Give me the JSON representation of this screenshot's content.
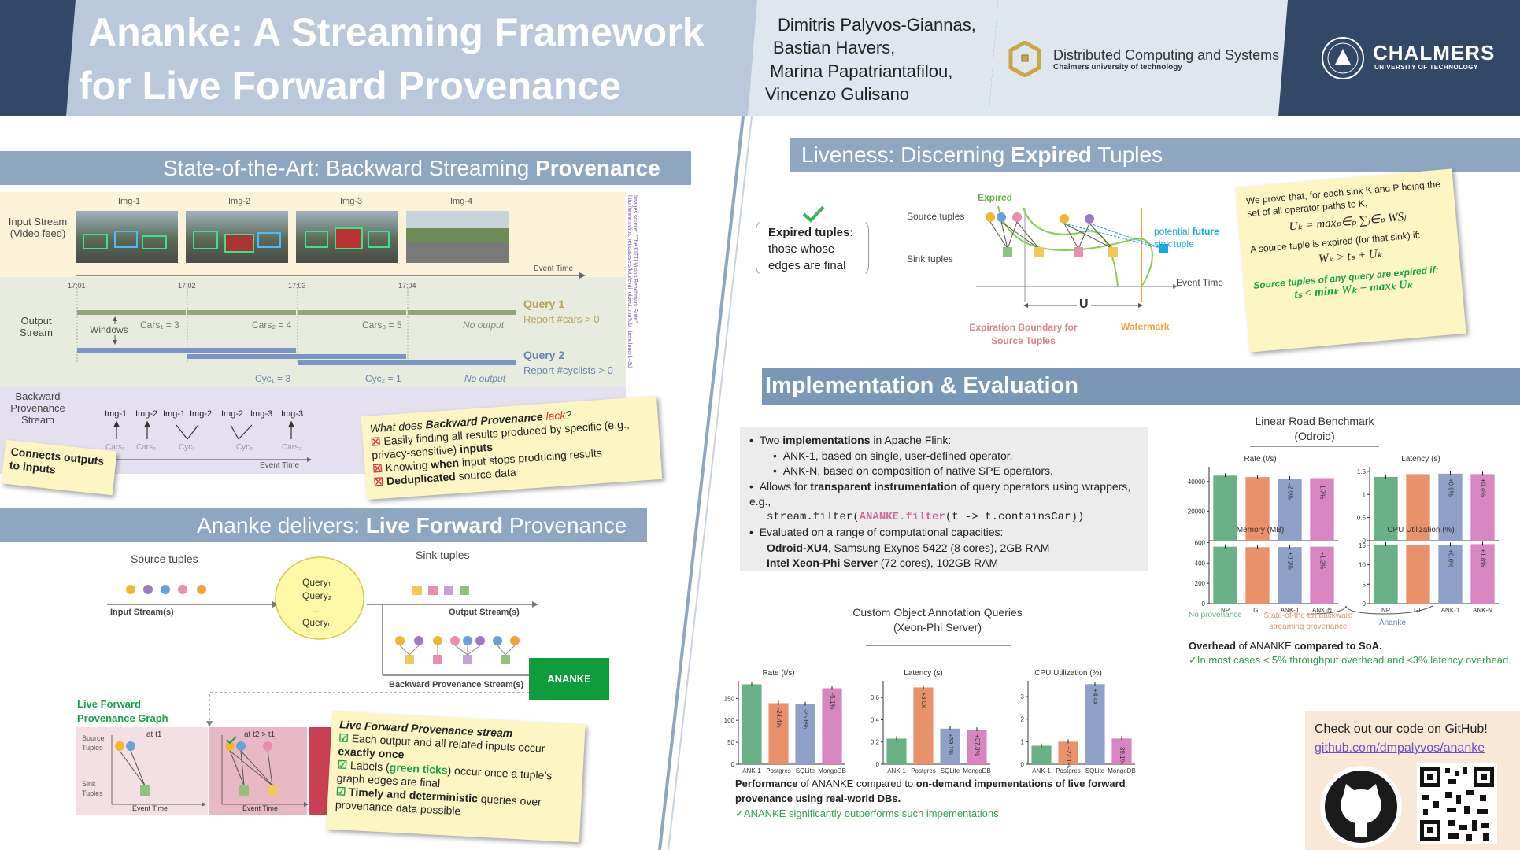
{
  "header": {
    "title_line1": "Ananke: A Streaming Framework",
    "title_line2": "for Live Forward Provenance",
    "authors": [
      "Dimitris Palyvos-Giannas,",
      "Bastian Havers,",
      "Marina Papatriantafilou,",
      "Vincenzo Gulisano"
    ],
    "dcs_name": "Distributed Computing and Systems",
    "dcs_sub": "Chalmers university of technology",
    "chalmers_name": "CHALMERS",
    "chalmers_sub": "UNIVERSITY OF TECHNOLOGY"
  },
  "s1": {
    "title_prefix": "State-of-the-Art: Backward Streaming ",
    "title_bold": "Provenance",
    "input_label": "Input Stream (Video feed)",
    "images": [
      "Img-1",
      "Img-2",
      "Img-3",
      "Img-4"
    ],
    "event_time": "Event Time",
    "times": [
      "17:01",
      "17:02",
      "17:03",
      "17:04"
    ],
    "image_source": "Images source: \"The KITTI Vision Benchmark Suite\" http://www.cvlibs.net/datasets/kitti/eval_object.php?obj_benchmark=3d",
    "output_label": "Output Stream",
    "windows": "Windows",
    "cars": [
      "Cars₁ = 3",
      "Cars₂ = 4",
      "Cars₃ = 5"
    ],
    "no_output": "No output",
    "q1_title": "Query 1",
    "q1_desc": "Report #cars > 0",
    "cyc": [
      "Cyc₁ = 3",
      "Cyc₂ = 1"
    ],
    "no_output2": "No output",
    "q2_title": "Query 2",
    "q2_desc": "Report #cyclists > 0",
    "bp_label": "Backward Provenance Stream",
    "bp_items": [
      "Img-1",
      "Img-2",
      "Img-1",
      "Img-2",
      "Img-2",
      "Img-3",
      "Img-3"
    ],
    "bp_sub": [
      "Cars₁",
      "Cars₂",
      "Cyc₁",
      "Cyc₂",
      "Cars₃"
    ],
    "event_time2": "Event Time",
    "connects_note": "Connects outputs to inputs",
    "lack_q1": "What does ",
    "lack_q2": "Backward Provenance",
    "lack_q3": " lack",
    "lack_q4": "?",
    "lack_items": [
      {
        "pre": "Easily finding all results produced by specific (e.g., privacy-sensitive) ",
        "bold": "inputs",
        "post": ""
      },
      {
        "pre": "Knowing ",
        "bold": "when",
        "post": " input stops producing results"
      },
      {
        "pre": "",
        "bold": "Deduplicated",
        "post": " source data"
      }
    ]
  },
  "s2": {
    "title_prefix": "Ananke delivers: ",
    "title_bold": "Live Forward",
    "title_suffix": " Provenance",
    "source_tuples": "Source tuples",
    "sink_tuples": "Sink tuples",
    "queries": [
      "Query₁",
      "Query₂",
      "...",
      "Queryₙ"
    ],
    "input_streams": "Input Stream(s)",
    "output_streams": "Output Stream(s)",
    "bp_streams": "Backward Provenance Stream(s)",
    "ananke": "ANANKE",
    "lfpg": "Live Forward Provenance Graph",
    "src_tuples_lbl": "Source Tuples",
    "sink_tuples_lbl": "Sink Tuples",
    "at_t1": "at t1",
    "at_t2": "at t2 > t1",
    "event_time": "Event Time",
    "note_title": "Live Forward Provenance stream",
    "note_items": [
      {
        "pre": "Each output and all related inputs occur ",
        "bold": "exactly once",
        "post": ""
      },
      {
        "pre": "Labels (",
        "green": "green ticks",
        "post": ") occur once a tuple’s graph edges are final"
      },
      {
        "pre": "",
        "bold": "Timely and deterministic",
        "post": " queries over provenance data possible"
      }
    ]
  },
  "s3": {
    "title_prefix": "Liveness: Discerning ",
    "title_bold": "Expired",
    "title_suffix": " Tuples",
    "expired_box_bold": "Expired tuples:",
    "expired_box_rest": "those whose edges are final",
    "expired": "Expired",
    "source_tuples": "Source tuples",
    "sink_tuples": "Sink tuples",
    "potential_a": "potential ",
    "potential_b": "future",
    "potential_c": "sink tuple",
    "event_time": "Event Time",
    "u": "U",
    "boundary": "Expiration Boundary for Source Tuples",
    "watermark": "Watermark",
    "proof1": "We prove that, for each sink K and P being the set of all operator paths to K,",
    "formula1": "Uₖ = maxₚ∈ₚ ∑ⱼ∈ₚ WSⱼ",
    "proof2": "A source tuple is expired (for that sink) if:",
    "formula2": "Wₖ > tₛ + Uₖ",
    "proof3": "Source tuples of any query are expired if:",
    "formula3": "tₛ < minₖ Wₖ − maxₖ Uₖ"
  },
  "s4": {
    "title": "Implementation & Evaluation",
    "b1_pre": "Two ",
    "b1_bold": "implementations",
    "b1_post": " in Apache Flink:",
    "b1a": "ANK-1, based on single, user-defined operator.",
    "b1b": "ANK-N, based on composition of native SPE operators.",
    "b2_pre": "Allows for ",
    "b2_bold": "transparent instrumentation",
    "b2_post": " of query operators using wrappers, e.g.,",
    "code_a": "stream.filter(",
    "code_b": "ANANKE.filter",
    "code_c": "(t -> t.containsCar))",
    "b3": "Evaluated on a range of computational capacities:",
    "b3a_bold": "Odroid-XU4",
    "b3a_rest": ", Samsung Exynos 5422 (8 cores), 2GB RAM",
    "b3b_bold": "Intel Xeon-Phi Server",
    "b3b_rest": " (72 cores), 102GB RAM",
    "lr_title": "Linear Road Benchmark",
    "lr_sub": "(Odroid)",
    "lr_legend_np": "No provenance",
    "lr_legend_soa": "State-of-the-art backward streaming provenance",
    "lr_legend_ananke": "Ananke",
    "lr_caption_b1": "Overhead",
    "lr_caption_m": " of ANANKE ",
    "lr_caption_b2": "compared to SoA.",
    "lr_caption_green": "✓In most cases < 5% throughput overhead and <3% latency overhead.",
    "co_title": "Custom Object Annotation Queries",
    "co_sub": "(Xeon-Phi Server)",
    "co_caption_b1": "Performance",
    "co_caption_m": " of ANANKE compared to ",
    "co_caption_b2": "on-demand impementations of live forward provenance using real-world DBs.",
    "co_caption_green": "✓ANANKE significantly outperforms such impementations.",
    "github_title": "Check out our code on GitHub!",
    "github_link": "github.com/dmpalyvos/ananke"
  },
  "colors": {
    "header_dark": "#324866",
    "band": "#8fa6c1",
    "green": "#6ab187",
    "orange": "#e8916b",
    "blue": "#8fa0c9",
    "pink": "#d886c2",
    "ananke_green": "#0f9d3c"
  },
  "chart_data": [
    {
      "type": "bar",
      "title": "Rate (t/s)",
      "categories": [
        "NP",
        "GL",
        "ANK-1",
        "ANK-N"
      ],
      "values": [
        44000,
        43000,
        42000,
        42300
      ],
      "labels": [
        "",
        "",
        "-2.0%",
        "-1.7%"
      ],
      "ylim": [
        0,
        50000
      ],
      "yticks": [
        20000,
        40000
      ]
    },
    {
      "type": "bar",
      "title": "Latency (s)",
      "categories": [
        "NP",
        "GL",
        "ANK-1",
        "ANK-N"
      ],
      "values": [
        1.38,
        1.44,
        1.45,
        1.44
      ],
      "labels": [
        "",
        "",
        "+0.9%",
        "+0.4%"
      ],
      "ylim": [
        0,
        1.6
      ],
      "yticks": [
        0.0,
        0.5,
        1.0,
        1.5
      ]
    },
    {
      "type": "bar",
      "title": "Memory (MB)",
      "categories": [
        "NP",
        "GL",
        "ANK-1",
        "ANK-N"
      ],
      "values": [
        560,
        555,
        556,
        560
      ],
      "labels": [
        "",
        "",
        "+0.2%",
        "+1.2%"
      ],
      "ylim": [
        0,
        650
      ],
      "yticks": [
        0,
        200,
        400,
        600
      ]
    },
    {
      "type": "bar",
      "title": "CPU Utilization (%)",
      "categories": [
        "NP",
        "GL",
        "ANK-1",
        "ANK-N"
      ],
      "values": [
        15.2,
        15.0,
        15.1,
        15.3
      ],
      "labels": [
        "",
        "",
        "+0.6%",
        "+1.8%"
      ],
      "ylim": [
        0,
        17
      ],
      "yticks": [
        0,
        5,
        10,
        15
      ]
    },
    {
      "type": "bar",
      "title": "Rate (t/s)",
      "categories": [
        "ANK-1",
        "Postgres",
        "SQLite",
        "MongoDB"
      ],
      "values": [
        182,
        139,
        137,
        173
      ],
      "labels": [
        "",
        "-24.4%",
        "-25.6%",
        "-5.1%"
      ],
      "ylim": [
        0,
        190
      ],
      "yticks": [
        0,
        50,
        100,
        150
      ]
    },
    {
      "type": "bar",
      "title": "Latency (s)",
      "categories": [
        "ANK-1",
        "Postgres",
        "SQLite",
        "MongoDB"
      ],
      "values": [
        0.23,
        0.69,
        0.32,
        0.31
      ],
      "labels": [
        "",
        "+3.0x",
        "+39.1%",
        "+37.3%"
      ],
      "ylim": [
        0,
        0.75
      ],
      "yticks": [
        0.0,
        0.2,
        0.4,
        0.6
      ]
    },
    {
      "type": "bar",
      "title": "CPU Utilization (%)",
      "categories": [
        "ANK-1",
        "Postgres",
        "SQLite",
        "MongoDB"
      ],
      "values": [
        0.82,
        1.0,
        3.55,
        1.14
      ],
      "labels": [
        "",
        "+22.1%",
        "+4.4x",
        "+39.1%"
      ],
      "ylim": [
        0,
        3.7
      ],
      "yticks": [
        0,
        1,
        2,
        3
      ]
    }
  ]
}
